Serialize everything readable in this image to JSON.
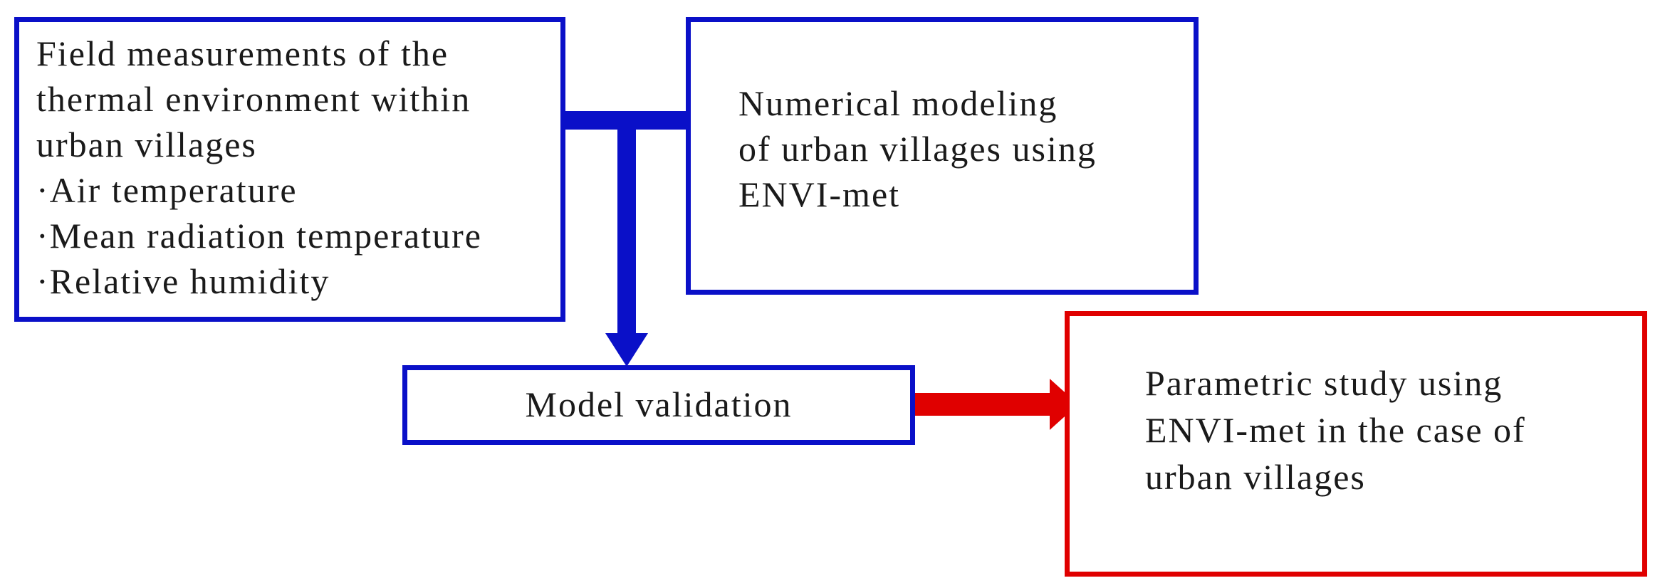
{
  "colors": {
    "blue": "#0a10c8",
    "red": "#e00000",
    "text": "#1a1a1a"
  },
  "boxes": {
    "field_measurements": {
      "lines": [
        "Field measurements of the",
        "thermal environment within",
        "urban villages",
        "·Air temperature",
        "·Mean radiation temperature",
        "·Relative humidity"
      ]
    },
    "numerical_modeling": {
      "lines": [
        "Numerical modeling",
        "of urban villages using",
        "ENVI-met"
      ]
    },
    "model_validation": {
      "label": "Model validation"
    },
    "parametric_study": {
      "lines": [
        "Parametric study using",
        "ENVI-met in the case of",
        "urban villages"
      ]
    }
  }
}
